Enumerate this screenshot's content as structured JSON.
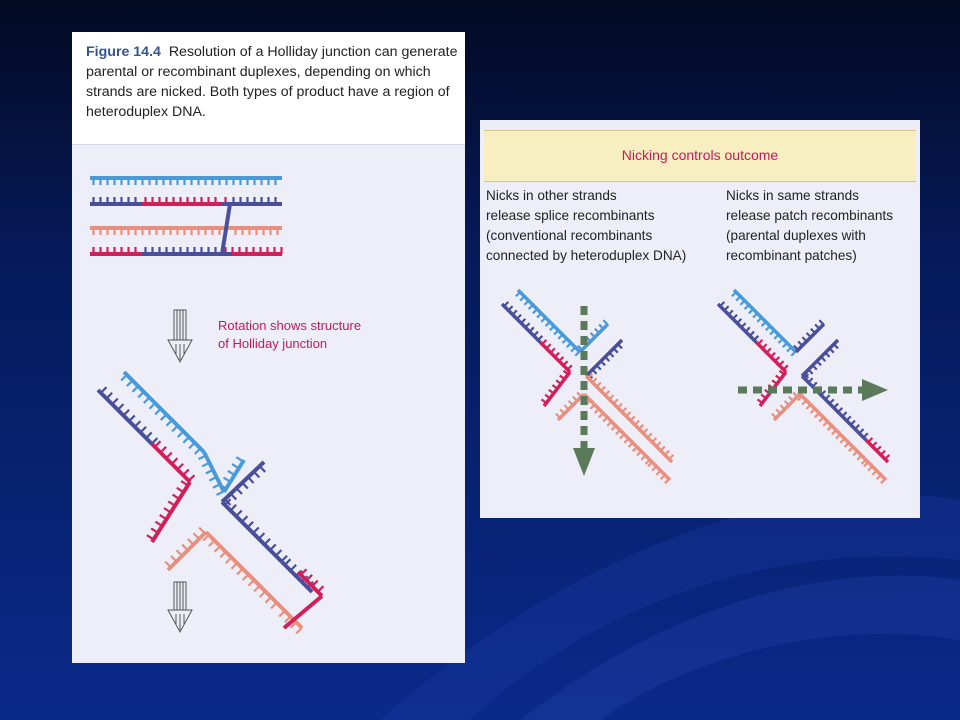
{
  "left_panel": {
    "figure_number": "Figure 14.4",
    "caption": "Resolution of a Holliday junction can generate parental or recombinant duplexes, depending on which strands are nicked. Both types of product have a region of heteroduplex DNA.",
    "rotation_label_line1": "Rotation shows structure",
    "rotation_label_line2": "of  Holliday  junction"
  },
  "right_panel": {
    "header": "Nicking controls outcome",
    "left_note": [
      "Nicks in other strands",
      "release splice recombinants",
      "(conventional recombinants",
      "connected by heteroduplex DNA)"
    ],
    "right_note": [
      "Nicks in same strands",
      "release patch recombinants",
      "(parental duplexes with",
      "recombinant patches)"
    ]
  },
  "colors": {
    "light_blue": "#4a9ad8",
    "dark_blue": "#4a4f9a",
    "red": "#d0205a",
    "salmon": "#e89080",
    "arrow_green": "#5a7a5a"
  },
  "icons": [
    "down-arrow-icon",
    "cut-arrow-icon"
  ]
}
